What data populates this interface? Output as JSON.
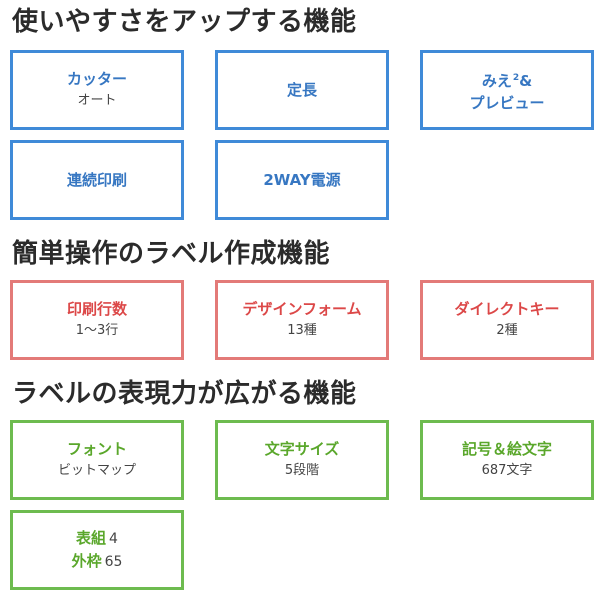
{
  "sections": [
    {
      "heading": "使いやすさをアップする機能",
      "color": "#3f8ad8",
      "items": [
        {
          "title": "カッター",
          "sub": "オート"
        },
        {
          "title": "定長"
        },
        {
          "title_line1": "みえ",
          "title_sup": "2",
          "title_amp": "&",
          "title_line2": "プレビュー"
        },
        {
          "title": "連続印刷"
        },
        {
          "title": "2WAY電源"
        }
      ]
    },
    {
      "heading": "簡単操作のラベル作成機能",
      "color": "#e37a78",
      "items": [
        {
          "title": "印刷行数",
          "sub": "1〜3行"
        },
        {
          "title": "デザインフォーム",
          "sub": "13種"
        },
        {
          "title": "ダイレクトキー",
          "sub": "2種"
        }
      ]
    },
    {
      "heading": "ラベルの表現力が広がる機能",
      "color": "#6dbb4f",
      "items": [
        {
          "title": "フォント",
          "sub": "ビットマップ"
        },
        {
          "title": "文字サイズ",
          "sub": "5段階"
        },
        {
          "title": "記号＆絵文字",
          "sub": "687文字"
        },
        {
          "line1_label": "表組",
          "line1_value": "4",
          "line2_label": "外枠",
          "line2_value": "65"
        }
      ]
    }
  ]
}
